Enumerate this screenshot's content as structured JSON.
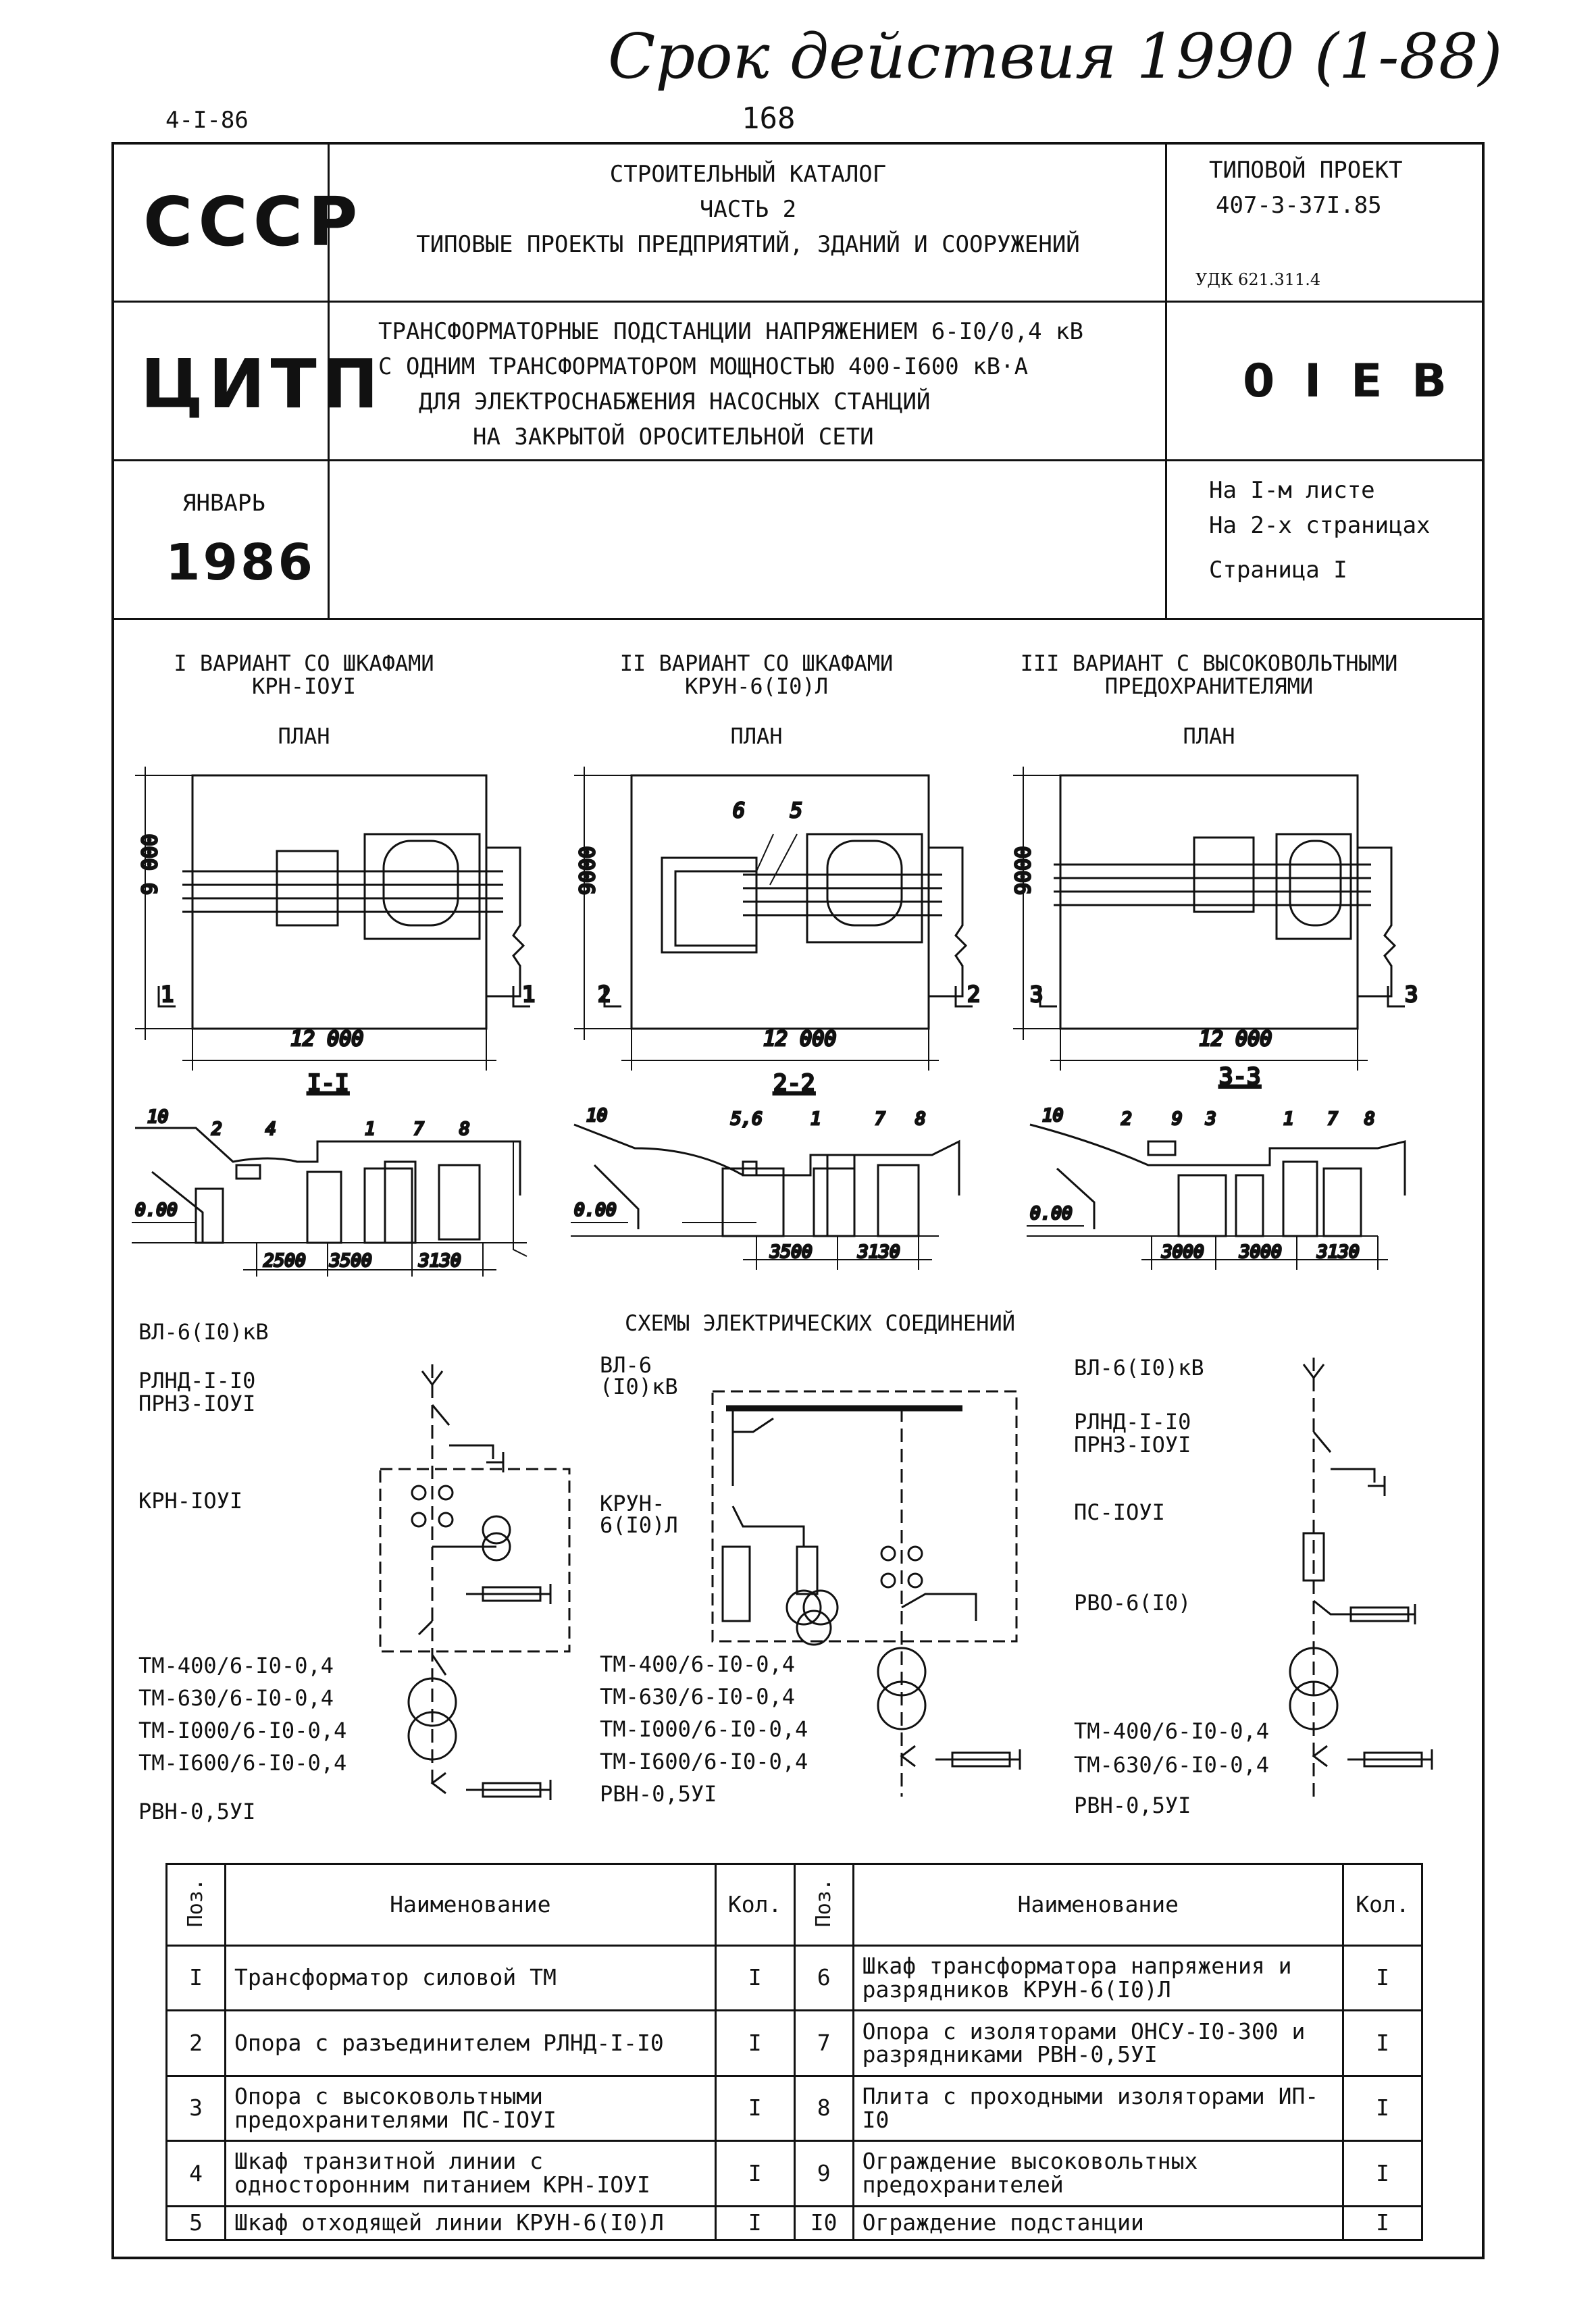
{
  "handnote": "Срок действия 1990 (1-88)",
  "doc_code": "4-I-86",
  "page_number": "168",
  "header": {
    "org1": "СССР",
    "org2": "ЦИТП",
    "month": "ЯНВАРЬ",
    "year": "1986",
    "catalog": [
      "СТРОИТЕЛЬНЫЙ КАТАЛОГ",
      "ЧАСТЬ 2",
      "ТИПОВЫЕ ПРОЕКТЫ ПРЕДПРИЯТИЙ, ЗДАНИЙ И СООРУЖЕНИЙ"
    ],
    "project_label": "ТИПОВОЙ ПРОЕКТ",
    "project_number": "407-3-37I.85",
    "udk": "УДК 621.311.4",
    "title": [
      "ТРАНСФОРМАТОРНЫЕ ПОДСТАНЦИИ НАПРЯЖЕНИЕМ 6-I0/0,4 кВ",
      "С ОДНИМ ТРАНСФОРМАТОРОМ МОЩНОСТЬЮ 400-I600 кВ·А",
      "ДЛЯ ЭЛЕКТРОСНАБЖЕНИЯ НАСОСНЫХ СТАНЦИЙ",
      "НА ЗАКРЫТОЙ ОРОСИТЕЛЬНОЙ СЕТИ"
    ],
    "code": "0 I E B",
    "sheets": [
      "На I-м листе",
      "На 2-х страницах",
      "Страница I"
    ]
  },
  "variants": [
    {
      "title": [
        "I ВАРИАНТ СО ШКАФАМИ",
        "КРН-IОУI"
      ],
      "plan": "ПЛАН",
      "width": "12 000",
      "height": "9 000",
      "section": "I-I",
      "marker": "1",
      "labels": [
        "10",
        "2",
        "4",
        "1",
        "7",
        "8"
      ],
      "level": "0.00",
      "dims": [
        "2500",
        "3500",
        "3130"
      ]
    },
    {
      "title": [
        "II ВАРИАНТ СО ШКАФАМИ",
        "КРУН-6(I0)Л"
      ],
      "plan": "ПЛАН",
      "width": "12 000",
      "height": "9000",
      "section": "2-2",
      "marker": "2",
      "labels": [
        "10",
        "5,6",
        "1",
        "7",
        "8"
      ],
      "level": "0.00",
      "dims": [
        "3500",
        "3130"
      ],
      "plan_labels": [
        "6",
        "5"
      ]
    },
    {
      "title": [
        "III ВАРИАНТ С ВЫСОКОВОЛЬТНЫМИ",
        "ПРЕДОХРАНИТЕЛЯМИ"
      ],
      "plan": "ПЛАН",
      "width": "12 000",
      "height": "9000",
      "section": "3-3",
      "marker": "3",
      "labels": [
        "10",
        "2",
        "9",
        "3",
        "1",
        "7",
        "8"
      ],
      "level": "0.00",
      "dims": [
        "3000",
        "3000",
        "3130"
      ]
    }
  ],
  "schemes_title": "СХЕМЫ ЭЛЕКТРИЧЕСКИХ СОЕДИНЕНИЙ",
  "scheme1": {
    "line": "ВЛ-6(I0)кВ",
    "items": [
      "РЛНД-I-I0",
      "ПРНЗ-IОУI",
      "КРН-IОУI"
    ],
    "transformers": [
      "ТМ-400/6-I0-0,4",
      "ТМ-630/6-I0-0,4",
      "ТМ-I000/6-I0-0,4",
      "ТМ-I600/6-I0-0,4"
    ],
    "rvn": "РВН-0,5УI"
  },
  "scheme2": {
    "line": [
      "ВЛ-6",
      "(I0)кВ"
    ],
    "krun": [
      "КРУН-",
      "6(I0)Л"
    ],
    "transformers": [
      "ТМ-400/6-I0-0,4",
      "ТМ-630/6-I0-0,4",
      "ТМ-I000/6-I0-0,4",
      "ТМ-I600/6-I0-0,4"
    ],
    "rvn": "РВН-0,5УI"
  },
  "scheme3": {
    "line": "ВЛ-6(I0)кВ",
    "items": [
      "РЛНД-I-I0",
      "ПРНЗ-IОУI",
      "ПС-IОУI",
      "РВО-6(I0)"
    ],
    "transformers": [
      "ТМ-400/6-I0-0,4",
      "ТМ-630/6-I0-0,4"
    ],
    "rvn": "РВН-0,5УI"
  },
  "spec_table": {
    "headers": {
      "pos": "Поз.",
      "name": "Наименование",
      "qty": "Кол."
    },
    "left": [
      {
        "pos": "I",
        "name": "Трансформатор силовой ТМ",
        "qty": "I"
      },
      {
        "pos": "2",
        "name": "Опора с разъединителем РЛНД-I-I0",
        "qty": "I"
      },
      {
        "pos": "3",
        "name": "Опора с высоковольтными предохранителями ПС-IОУI",
        "qty": "I"
      },
      {
        "pos": "4",
        "name": "Шкаф транзитной линии с односторонним питанием КРН-IОУI",
        "qty": "I"
      },
      {
        "pos": "5",
        "name": "Шкаф отходящей линии КРУН-6(I0)Л",
        "qty": "I"
      }
    ],
    "right": [
      {
        "pos": "6",
        "name": "Шкаф трансформатора напряжения и разрядников КРУН-6(I0)Л",
        "qty": "I"
      },
      {
        "pos": "7",
        "name": "Опора с изоляторами ОНСУ-I0-300 и разрядниками РВН-0,5УI",
        "qty": "I"
      },
      {
        "pos": "8",
        "name": "Плита с проходными изоляторами ИП-I0",
        "qty": "I"
      },
      {
        "pos": "9",
        "name": "Ограждение высоковольтных предохранителей",
        "qty": "I"
      },
      {
        "pos": "I0",
        "name": "Ограждение подстанции",
        "qty": "I"
      }
    ]
  }
}
